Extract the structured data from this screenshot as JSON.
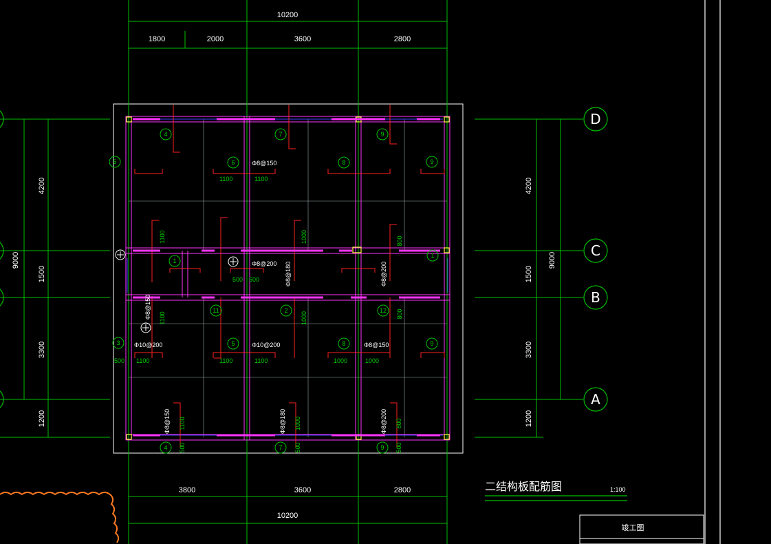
{
  "drawing": {
    "title": "二结构板配筋图",
    "scale": "1:100",
    "title_block_label": "竣工图",
    "colors": {
      "background": "#000000",
      "grid": "#00d000",
      "beam": "#ff33ff",
      "beam_inner": "#4040ff",
      "rebar": "#ff2020",
      "text": "#ffffff",
      "label": "#00d000",
      "revision_cloud": "#ff7a20",
      "column": "#ffff40"
    }
  },
  "dimensions": {
    "top_total": "10200",
    "top_segments": [
      "1800",
      "2000",
      "3600",
      "2800"
    ],
    "bottom_segments": [
      "3800",
      "3600",
      "2800"
    ],
    "bottom_total": "10200",
    "left_segments": [
      "4200",
      "1500",
      "3300",
      "1200"
    ],
    "left_total": "9000",
    "right_segments": [
      "4200",
      "1500",
      "3300",
      "1200"
    ],
    "right_total": "9000"
  },
  "axes": [
    "D",
    "C",
    "B",
    "A"
  ],
  "slab_numbers": {
    "row1": [
      "4",
      "5",
      "6",
      "7",
      "8",
      "9",
      "9"
    ],
    "row2": [
      "1",
      "11",
      "2",
      "12",
      "1"
    ],
    "row3": [
      "3",
      "5",
      "8",
      "9"
    ],
    "row4": [
      "4",
      "7",
      "9"
    ]
  },
  "rebar_labels": {
    "top_mid": "Φ8@150",
    "top_left_len": "1100",
    "top_right_len": "1100",
    "c_row": "Φ8@200",
    "c_len1": "500",
    "c_len2": "500",
    "mid_v1": "Φ8@180",
    "mid_v2": "Φ8@200",
    "left_v": "Φ8@150",
    "b_left": "Φ10@200",
    "b_mid": "Φ10@200",
    "b_right": "Φ8@150",
    "b_len_500": "500",
    "b_len_1100a": "1100",
    "b_len_1100b": "1100",
    "b_len_1100c": "1100",
    "b_len_1000a": "1000",
    "b_len_1000b": "1000",
    "v_1100a": "1100",
    "v_1000a": "1000",
    "v_800a": "800",
    "v_1100b": "1100",
    "v_1000b": "1000",
    "v_800b": "800",
    "bot_v1": "Φ8@150",
    "bot_v2": "Φ8@180",
    "bot_v3": "Φ8@200",
    "bot_l1": "1100",
    "bot_l2": "1000",
    "bot_l3": "800",
    "bot_s1": "500",
    "bot_s2": "500",
    "bot_s3": "500"
  }
}
